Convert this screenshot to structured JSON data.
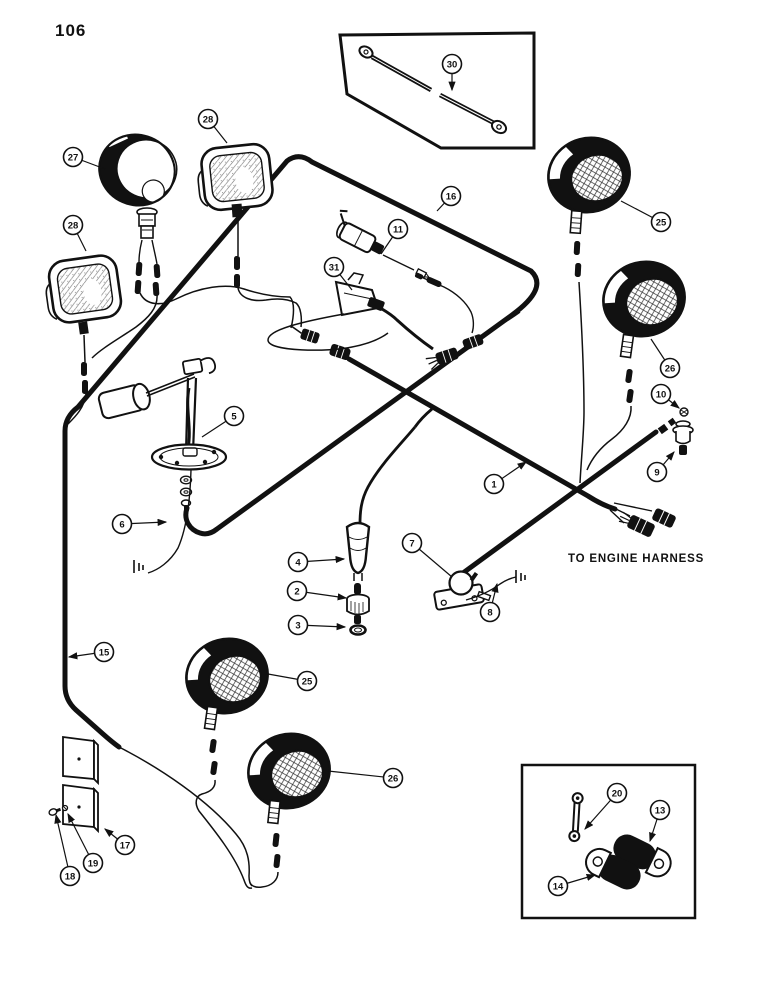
{
  "page": {
    "number": "106"
  },
  "labels": {
    "to_engine_harness": "TO ENGINE HARNESS"
  },
  "colors": {
    "ink": "#111111",
    "paper": "#ffffff"
  },
  "callouts": {
    "c1": "1",
    "c2": "2",
    "c3": "3",
    "c4": "4",
    "c5": "5",
    "c6": "6",
    "c7": "7",
    "c8": "8",
    "c9": "9",
    "c10": "10",
    "c11": "11",
    "c13": "13",
    "c14": "14",
    "c15": "15",
    "c16": "16",
    "c17": "17",
    "c18": "18",
    "c19": "19",
    "c20": "20",
    "c25": "25",
    "c26": "26",
    "c27": "27",
    "c28": "28",
    "c30": "30",
    "c31": "31"
  }
}
